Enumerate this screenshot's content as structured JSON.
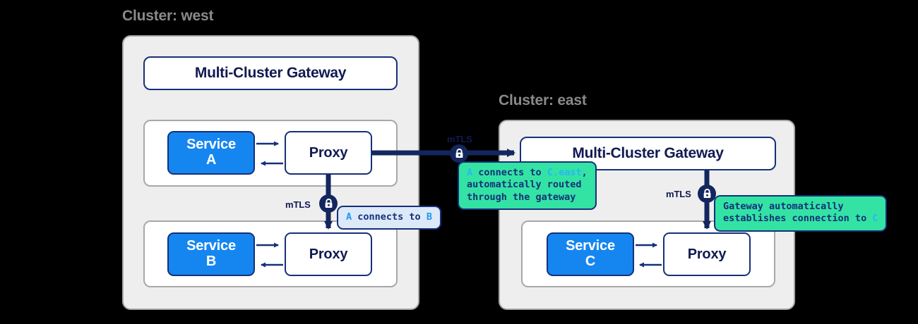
{
  "diagram": {
    "title": "Multi-cluster mTLS gateway routing",
    "background": "#000000",
    "colors": {
      "service_blue": "#1586f0",
      "navy": "#16307a",
      "navy_text": "#111a52",
      "cluster_bg": "#eeeeee",
      "cluster_border": "#a8a8a8",
      "label_gray": "#8a8a8a",
      "tooltip_blue_bg": "#dbe9f8",
      "tooltip_green_bg": "#33e3a4",
      "token_blue": "#2196f3",
      "token_cyan": "#29b6f6"
    }
  },
  "clusters": [
    {
      "id": "west",
      "label": "Cluster: west",
      "gateway": "Multi-Cluster Gateway",
      "groups": [
        {
          "id": "a",
          "service": "Service",
          "service_id": "A",
          "proxy": "Proxy"
        },
        {
          "id": "b",
          "service": "Service",
          "service_id": "B",
          "proxy": "Proxy"
        }
      ]
    },
    {
      "id": "east",
      "label": "Cluster: east",
      "gateway": "Multi-Cluster Gateway",
      "groups": [
        {
          "id": "c",
          "service": "Service",
          "service_id": "C",
          "proxy": "Proxy"
        }
      ]
    }
  ],
  "connections": {
    "mtls_label": "mTLS",
    "lock_icon": "lock-icon",
    "a_to_b": {
      "mtls": "mTLS"
    },
    "a_to_gateway": {
      "mtls": "mTLS"
    },
    "gateway_to_c": {
      "mtls": "mTLS"
    }
  },
  "tooltips": {
    "a_to_b": {
      "style": "blue",
      "lines": [
        [
          {
            "t": "A",
            "c": "token_blue"
          },
          {
            "t": " connects to ",
            "c": "navy"
          },
          {
            "t": "B",
            "c": "token_blue"
          }
        ]
      ]
    },
    "a_to_c_east": {
      "style": "green",
      "lines": [
        [
          {
            "t": "A",
            "c": "token_cyan"
          },
          {
            "t": " connects to ",
            "c": "navy"
          },
          {
            "t": "C.east",
            "c": "token_cyan"
          },
          {
            "t": ",",
            "c": "navy"
          }
        ],
        [
          {
            "t": "automatically routed",
            "c": "navy"
          }
        ],
        [
          {
            "t": "through the gateway",
            "c": "navy"
          }
        ]
      ]
    },
    "gateway_to_c": {
      "style": "green",
      "lines": [
        [
          {
            "t": "Gateway automatically",
            "c": "navy"
          }
        ],
        [
          {
            "t": "establishes connection to ",
            "c": "navy"
          },
          {
            "t": "C",
            "c": "token_cyan"
          }
        ]
      ]
    }
  }
}
